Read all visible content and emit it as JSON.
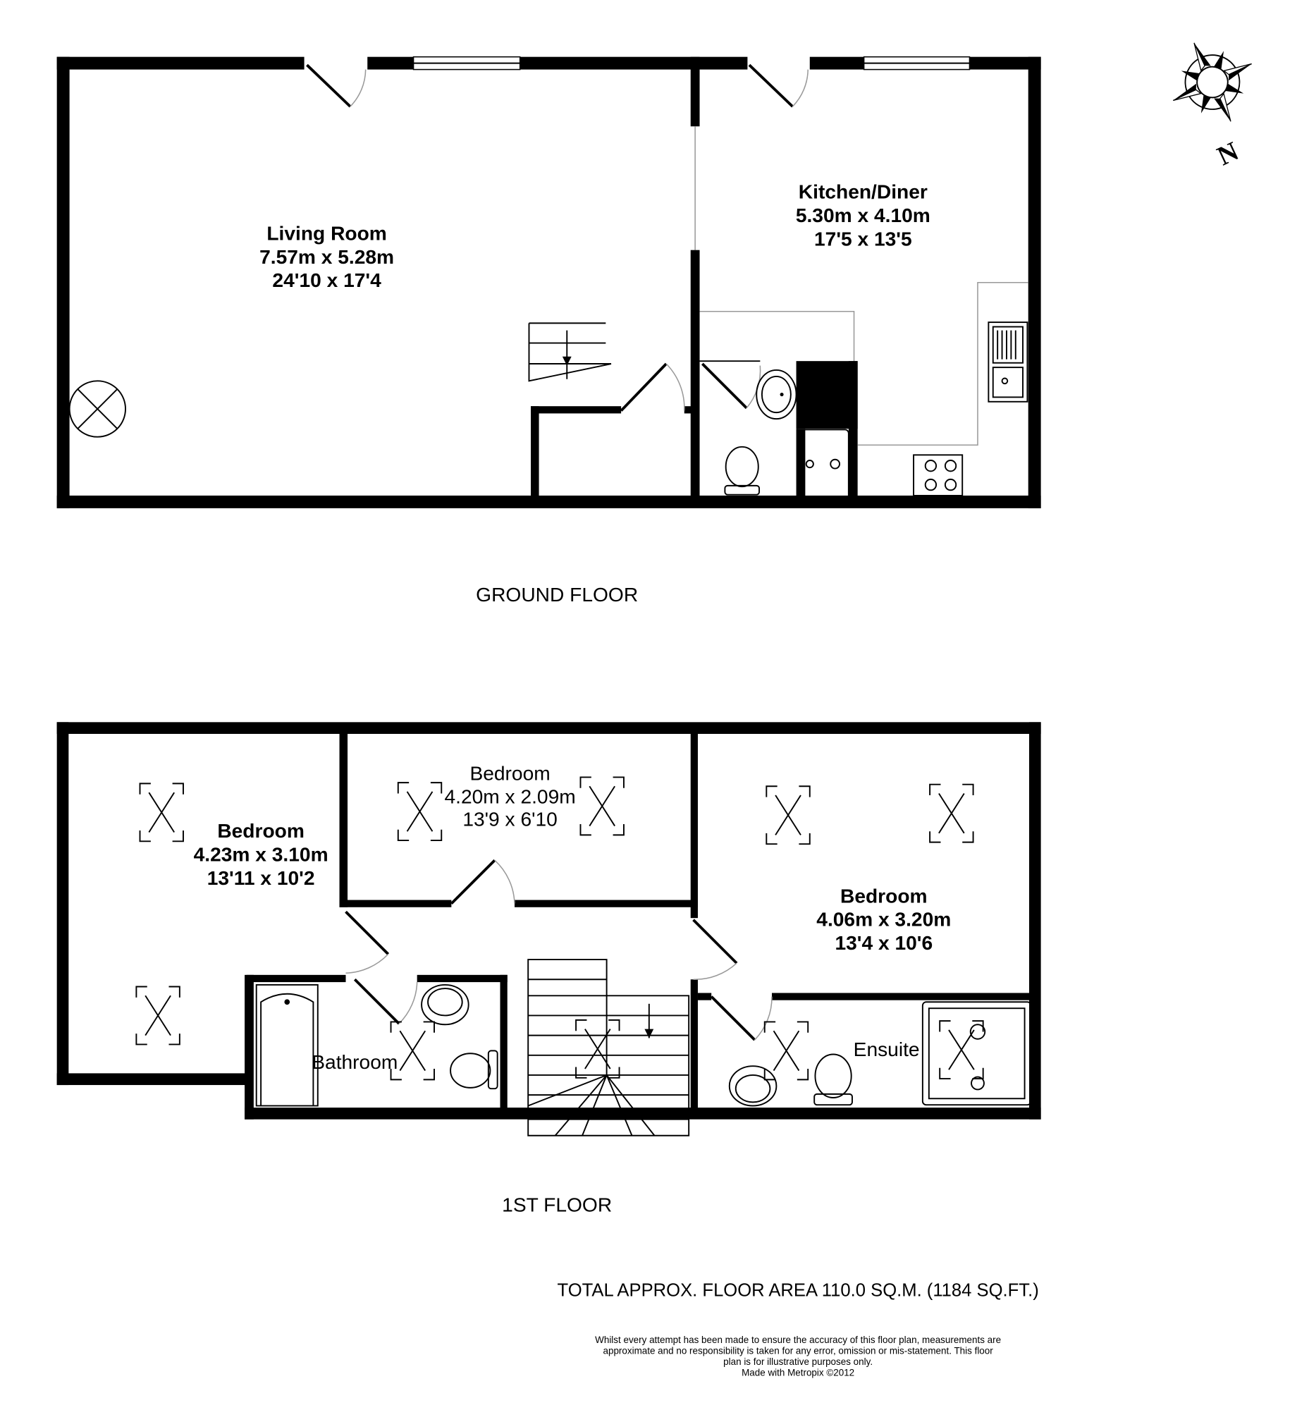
{
  "ground_floor": {
    "label": "GROUND FLOOR",
    "rooms": [
      {
        "name": "Living Room",
        "metric": "7.57m x 5.28m",
        "imperial": "24'10 x 17'4"
      },
      {
        "name": "Kitchen/Diner",
        "metric": "5.30m x 4.10m",
        "imperial": "17'5 x 13'5"
      }
    ]
  },
  "first_floor": {
    "label": "1ST FLOOR",
    "rooms": [
      {
        "name": "Bedroom",
        "metric": "4.23m x 3.10m",
        "imperial": "13'11 x 10'2"
      },
      {
        "name": "Bedroom",
        "metric": "4.20m x 2.09m",
        "imperial": "13'9 x 6'10"
      },
      {
        "name": "Bedroom",
        "metric": "4.06m x 3.20m",
        "imperial": "13'4 x 10'6"
      },
      {
        "name": "Bathroom"
      },
      {
        "name": "Ensuite"
      }
    ]
  },
  "compass": {
    "label": "N"
  },
  "total_area": "TOTAL APPROX. FLOOR AREA 110.0 SQ.M. (1184 SQ.FT.)",
  "disclaimer": [
    "Whilst every attempt has been made to ensure the accuracy of this floor plan, measurements are",
    "approximate and no responsibility is taken for any error, omission or mis-statement.  This floor",
    "plan is for illustrative purposes only.",
    "Made with Metropix ©2012"
  ]
}
